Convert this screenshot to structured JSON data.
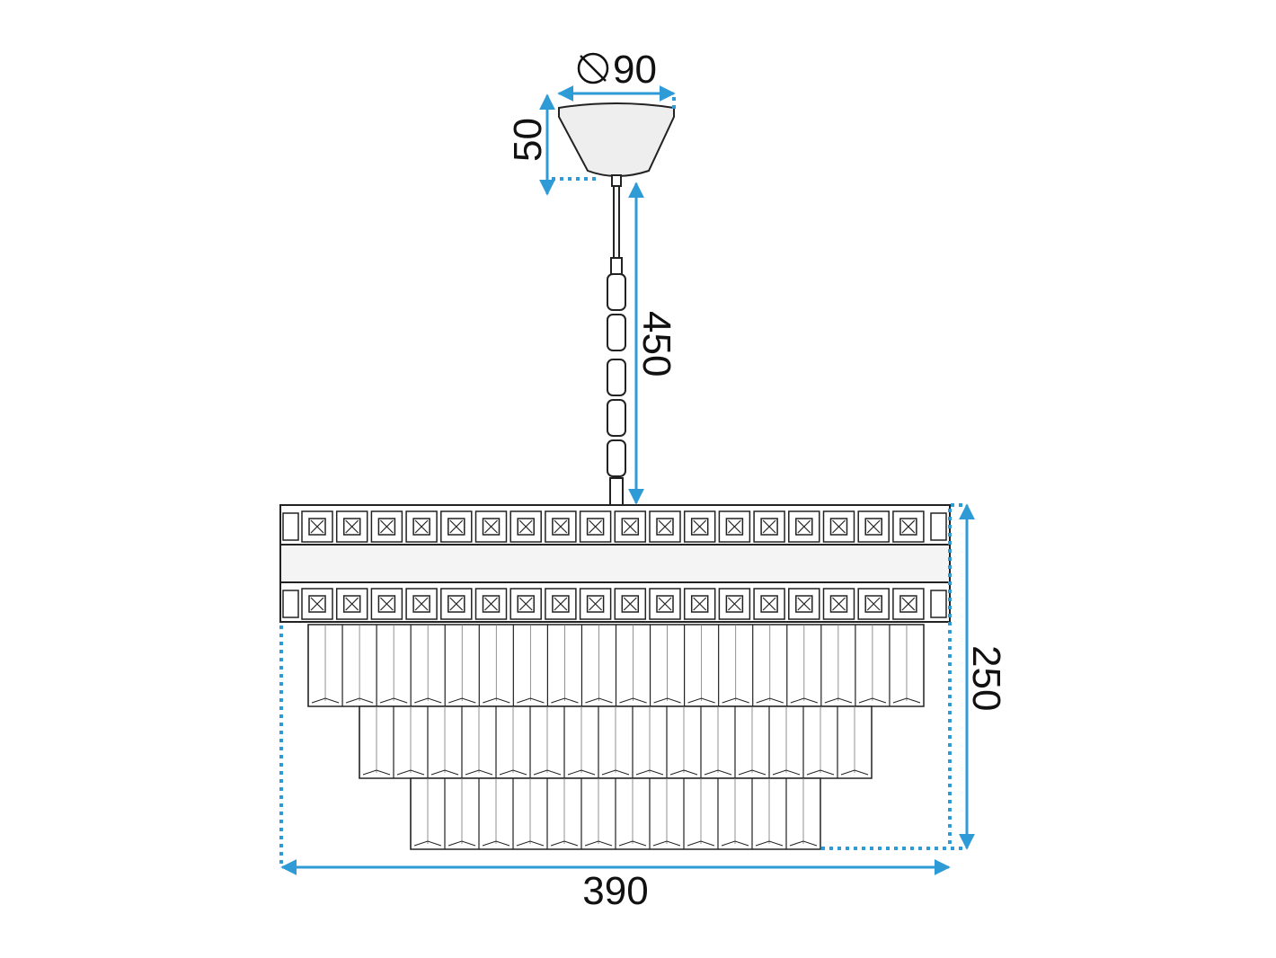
{
  "dimensions": {
    "canopy_diameter": {
      "symbol": "⌀",
      "value": "90"
    },
    "canopy_height": {
      "value": "50"
    },
    "rod_length": {
      "value": "450"
    },
    "body_height": {
      "value": "250"
    },
    "body_width": {
      "value": "390"
    }
  },
  "colors": {
    "dimension_line": "#2e9bd6",
    "outline": "#222222",
    "text": "#111111",
    "canopy_fill": "#eeeeee"
  }
}
